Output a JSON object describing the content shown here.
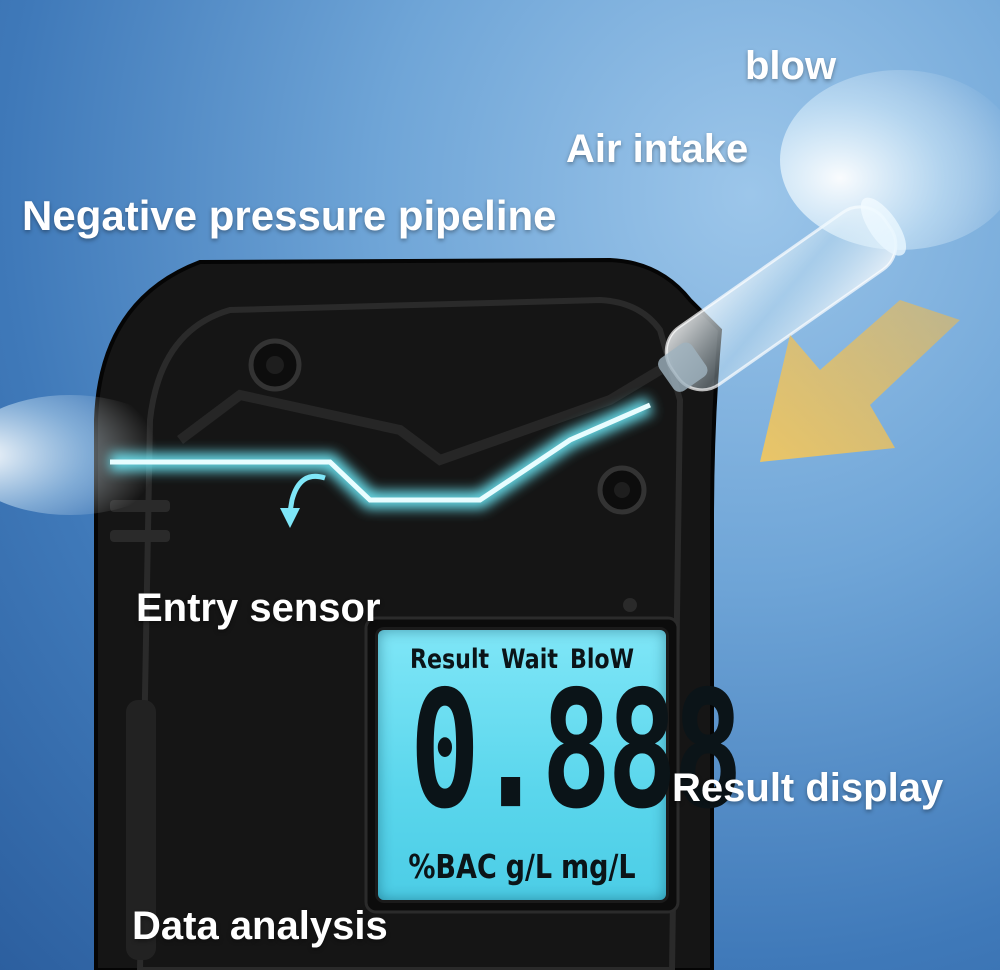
{
  "labels": {
    "blow": "blow",
    "air_intake": "Air intake",
    "negative_pressure": "Negative pressure pipeline",
    "entry_sensor": "Entry sensor",
    "result_display": "Result display",
    "data_analysis": "Data analysis"
  },
  "lcd": {
    "top": [
      "Result",
      "Wait",
      "BloW"
    ],
    "digits": "0.888",
    "bottom": [
      "%BAC",
      "g/L",
      "mg/L"
    ]
  },
  "colors": {
    "background": "#4f8cc9",
    "device_body": "#141414",
    "lcd_backlight": "#5ad6ec",
    "airflow_glow": "#7ff2ff",
    "arrow_fill": "#f3c04c"
  }
}
